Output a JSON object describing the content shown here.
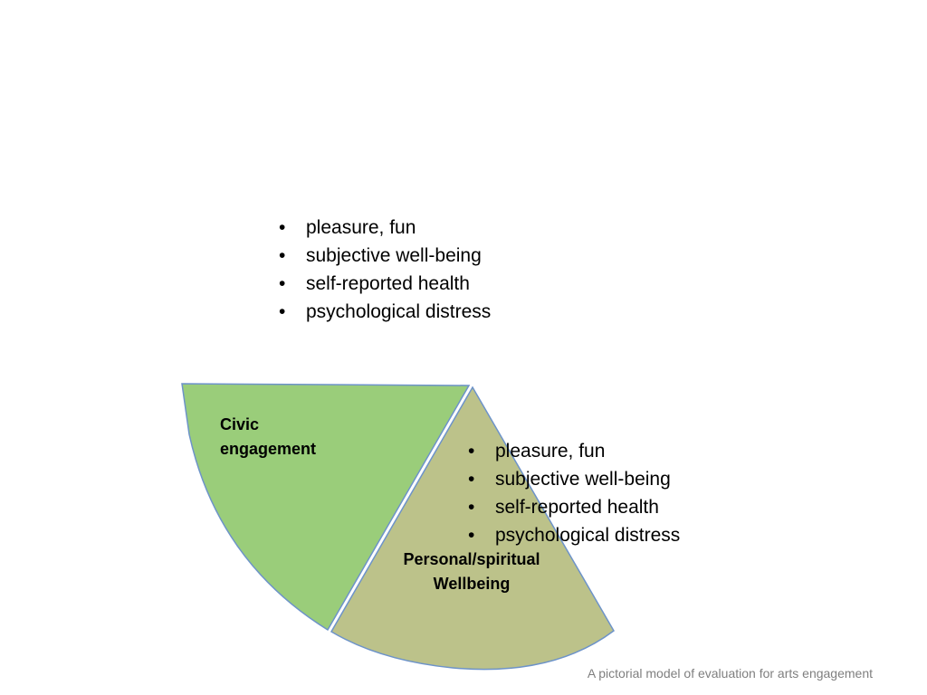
{
  "segments": {
    "civic": {
      "label_line1": "Civic",
      "label_line2": "engagement",
      "color": "#9acd7a",
      "stroke": "#6d93c9"
    },
    "wellbeing": {
      "label_line1": "Personal/spiritual",
      "label_line2": "Wellbeing",
      "color": "#bcc28a",
      "stroke": "#6d93c9"
    }
  },
  "bullets_top": [
    "pleasure, fun",
    "subjective well-being",
    "self-reported health",
    "psychological distress"
  ],
  "bullets_bottom": [
    "pleasure, fun",
    "subjective well-being",
    "self-reported health",
    "psychological distress"
  ],
  "caption": "A pictorial model of evaluation for arts engagement"
}
